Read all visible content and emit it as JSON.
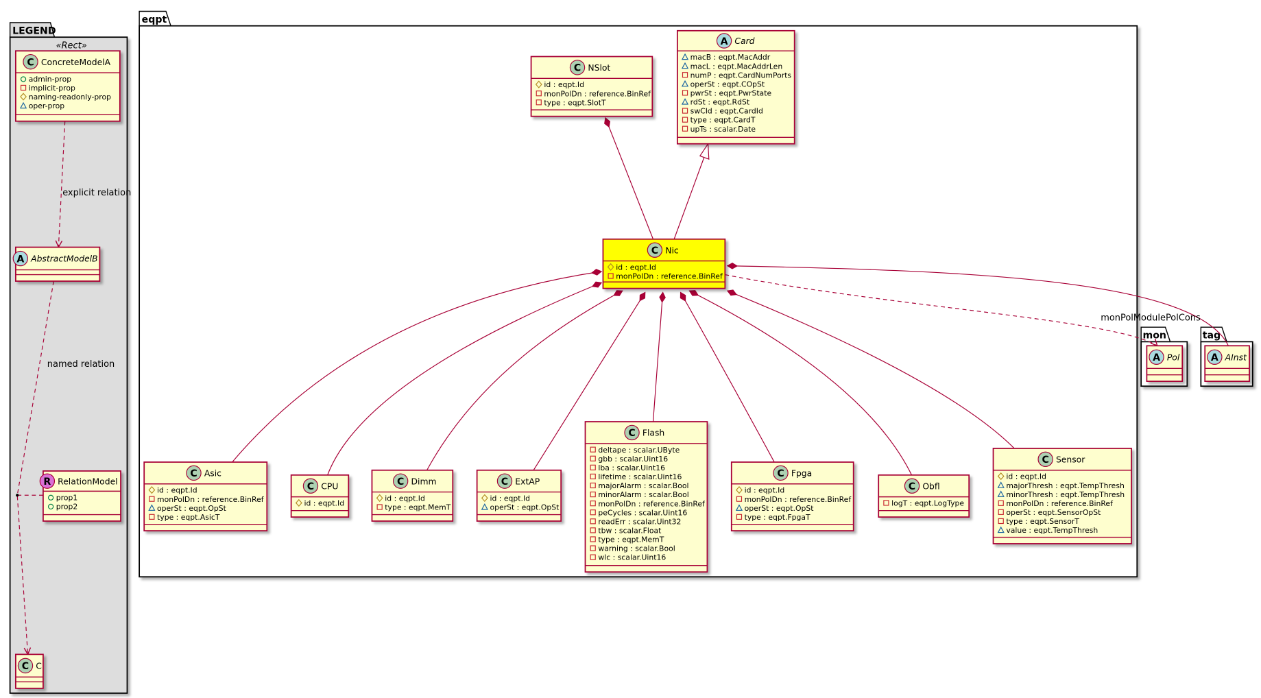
{
  "colors": {
    "class_fill": "#FEFECE",
    "class_border": "#A80036",
    "highlight_fill": "#FFFF00",
    "legend_fill": "#DDDDDD",
    "class_icon": "#ADD1B2",
    "abstract_icon": "#A9DCDF",
    "relation_icon": "#DA70D6",
    "vis_public": "#038048",
    "vis_private": "#C82930",
    "vis_protected": "#B38D22",
    "vis_package": "#1963A0"
  },
  "packages": {
    "legend": {
      "name": "LEGEND",
      "stereotype": "«Rect»"
    },
    "eqpt": {
      "name": "eqpt"
    },
    "mon": {
      "name": "mon"
    },
    "tag": {
      "name": "tag"
    }
  },
  "edge_labels": {
    "explicit": "explicit relation",
    "named": "named relation",
    "monpol": "monPolModulePolCons"
  },
  "classes": {
    "ConcreteModelA": {
      "name": "ConcreteModelA",
      "kind": "C",
      "attrs": [
        [
          "+",
          "admin-prop"
        ],
        [
          "-",
          "implicit-prop"
        ],
        [
          "#",
          "naming-readonly-prop"
        ],
        [
          "~",
          "oper-prop"
        ]
      ]
    },
    "AbstractModelB": {
      "name": "AbstractModelB",
      "kind": "A",
      "italic": true,
      "attrs": []
    },
    "RelationModel": {
      "name": "RelationModel",
      "kind": "R",
      "attrs": [
        [
          "+",
          "prop1"
        ],
        [
          "+",
          "prop2"
        ]
      ]
    },
    "C": {
      "name": "C",
      "kind": "C",
      "attrs": []
    },
    "Card": {
      "name": "Card",
      "kind": "A",
      "italic": true,
      "attrs": [
        [
          "~",
          "macB : eqpt.MacAddr"
        ],
        [
          "~",
          "macL : eqpt.MacAddrLen"
        ],
        [
          "-",
          "numP : eqpt.CardNumPorts"
        ],
        [
          "~",
          "operSt : eqpt.COpSt"
        ],
        [
          "-",
          "pwrSt : eqpt.PwrState"
        ],
        [
          "~",
          "rdSt : eqpt.RdSt"
        ],
        [
          "-",
          "swCId : eqpt.CardId"
        ],
        [
          "-",
          "type : eqpt.CardT"
        ],
        [
          "-",
          "upTs : scalar.Date"
        ]
      ]
    },
    "NSlot": {
      "name": "NSlot",
      "kind": "C",
      "attrs": [
        [
          "#",
          "id : eqpt.Id"
        ],
        [
          "-",
          "monPolDn : reference.BinRef"
        ],
        [
          "-",
          "type : eqpt.SlotT"
        ]
      ]
    },
    "Nic": {
      "name": "Nic",
      "kind": "C",
      "highlight": true,
      "attrs": [
        [
          "#",
          "id : eqpt.Id"
        ],
        [
          "-",
          "monPolDn : reference.BinRef"
        ]
      ]
    },
    "Asic": {
      "name": "Asic",
      "kind": "C",
      "attrs": [
        [
          "#",
          "id : eqpt.Id"
        ],
        [
          "-",
          "monPolDn : reference.BinRef"
        ],
        [
          "~",
          "operSt : eqpt.OpSt"
        ],
        [
          "-",
          "type : eqpt.AsicT"
        ]
      ]
    },
    "CPU": {
      "name": "CPU",
      "kind": "C",
      "attrs": [
        [
          "#",
          "id : eqpt.Id"
        ]
      ]
    },
    "Dimm": {
      "name": "Dimm",
      "kind": "C",
      "attrs": [
        [
          "#",
          "id : eqpt.Id"
        ],
        [
          "-",
          "type : eqpt.MemT"
        ]
      ]
    },
    "ExtAP": {
      "name": "ExtAP",
      "kind": "C",
      "attrs": [
        [
          "#",
          "id : eqpt.Id"
        ],
        [
          "~",
          "operSt : eqpt.OpSt"
        ]
      ]
    },
    "Flash": {
      "name": "Flash",
      "kind": "C",
      "attrs": [
        [
          "-",
          "deltape : scalar.UByte"
        ],
        [
          "-",
          "gbb : scalar.Uint16"
        ],
        [
          "-",
          "lba : scalar.Uint16"
        ],
        [
          "-",
          "lifetime : scalar.Uint16"
        ],
        [
          "-",
          "majorAlarm : scalar.Bool"
        ],
        [
          "-",
          "minorAlarm : scalar.Bool"
        ],
        [
          "-",
          "monPolDn : reference.BinRef"
        ],
        [
          "-",
          "peCycles : scalar.Uint16"
        ],
        [
          "-",
          "readErr : scalar.Uint32"
        ],
        [
          "-",
          "tbw : scalar.Float"
        ],
        [
          "-",
          "type : eqpt.MemT"
        ],
        [
          "-",
          "warning : scalar.Bool"
        ],
        [
          "-",
          "wlc : scalar.Uint16"
        ]
      ]
    },
    "Fpga": {
      "name": "Fpga",
      "kind": "C",
      "attrs": [
        [
          "#",
          "id : eqpt.Id"
        ],
        [
          "-",
          "monPolDn : reference.BinRef"
        ],
        [
          "~",
          "operSt : eqpt.OpSt"
        ],
        [
          "-",
          "type : eqpt.FpgaT"
        ]
      ]
    },
    "Obfl": {
      "name": "Obfl",
      "kind": "C",
      "attrs": [
        [
          "-",
          "logT : eqpt.LogType"
        ]
      ]
    },
    "Sensor": {
      "name": "Sensor",
      "kind": "C",
      "attrs": [
        [
          "#",
          "id : eqpt.Id"
        ],
        [
          "~",
          "majorThresh : eqpt.TempThresh"
        ],
        [
          "~",
          "minorThresh : eqpt.TempThresh"
        ],
        [
          "-",
          "monPolDn : reference.BinRef"
        ],
        [
          "-",
          "operSt : eqpt.SensorOpSt"
        ],
        [
          "-",
          "type : eqpt.SensorT"
        ],
        [
          "~",
          "value : eqpt.TempThresh"
        ]
      ]
    },
    "Pol": {
      "name": "Pol",
      "kind": "A",
      "italic": true,
      "attrs": []
    },
    "AInst": {
      "name": "AInst",
      "kind": "A",
      "italic": true,
      "attrs": []
    }
  }
}
